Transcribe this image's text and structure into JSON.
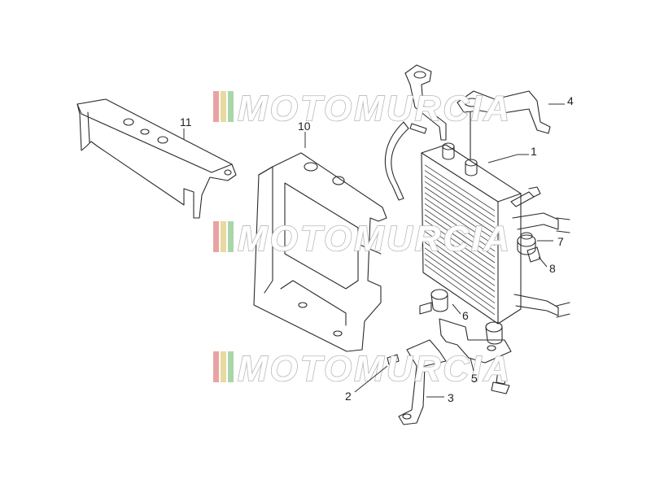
{
  "watermark": {
    "text": "MOTOMURCIA",
    "stripe_colors": [
      "#e8a3a3",
      "#e8d9a0",
      "#a9d6a9"
    ]
  },
  "callouts": [
    {
      "id": "1",
      "label": "1"
    },
    {
      "id": "2",
      "label": "2"
    },
    {
      "id": "3",
      "label": "3"
    },
    {
      "id": "4",
      "label": "4"
    },
    {
      "id": "5",
      "label": "5"
    },
    {
      "id": "6",
      "label": "6"
    },
    {
      "id": "7",
      "label": "7"
    },
    {
      "id": "8",
      "label": "8"
    },
    {
      "id": "10",
      "label": "10"
    },
    {
      "id": "11",
      "label": "11"
    }
  ]
}
